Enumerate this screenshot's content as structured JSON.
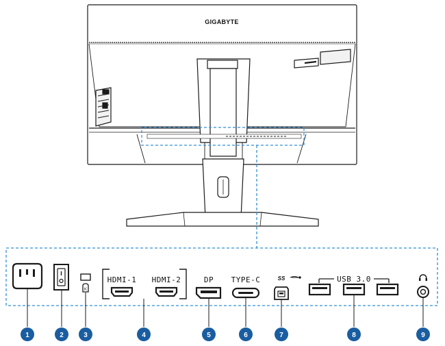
{
  "brand": "GIGABYTE",
  "ports": [
    {
      "number": "1",
      "icon": "ac-power-inlet-icon"
    },
    {
      "number": "2",
      "icon": "power-switch-icon"
    },
    {
      "number": "3",
      "icon": "kensington-lock-icon"
    },
    {
      "number": "4",
      "icon": "hdmi-port-icon",
      "labels": [
        "HDMI-1",
        "HDMI-2"
      ]
    },
    {
      "number": "5",
      "icon": "displayport-icon",
      "label": "DP"
    },
    {
      "number": "6",
      "icon": "usb-type-c-icon",
      "label": "TYPE-C"
    },
    {
      "number": "7",
      "icon": "usb-type-b-icon",
      "label": "SS"
    },
    {
      "number": "8",
      "icon": "usb-type-a-icon",
      "label": "USB 3.0"
    },
    {
      "number": "9",
      "icon": "headphone-jack-icon"
    }
  ],
  "colors": {
    "badge": "#1a5da0",
    "callout": "#2f8fd6",
    "line": "#1a1a1a"
  }
}
